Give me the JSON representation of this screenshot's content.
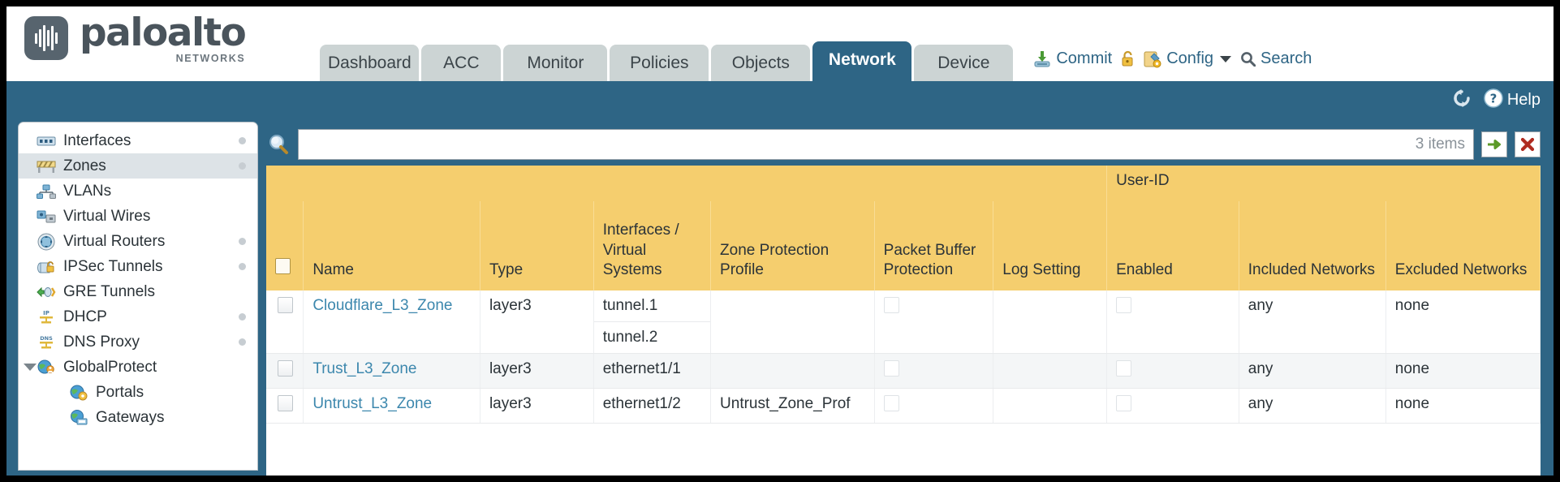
{
  "brand": {
    "name": "paloalto",
    "tagline": "NETWORKS"
  },
  "nav": {
    "tabs": [
      {
        "label": "Dashboard",
        "active": false
      },
      {
        "label": "ACC",
        "active": false
      },
      {
        "label": "Monitor",
        "active": false
      },
      {
        "label": "Policies",
        "active": false
      },
      {
        "label": "Objects",
        "active": false
      },
      {
        "label": "Network",
        "active": true
      },
      {
        "label": "Device",
        "active": false
      }
    ],
    "actions": {
      "commit": "Commit",
      "config": "Config",
      "search": "Search"
    }
  },
  "toolbar": {
    "help": "Help"
  },
  "sidebar": {
    "items": [
      {
        "label": "Interfaces",
        "icon": "interfaces-icon",
        "selected": false,
        "dot": true,
        "child": false,
        "expander": false
      },
      {
        "label": "Zones",
        "icon": "zones-icon",
        "selected": true,
        "dot": true,
        "child": false,
        "expander": false
      },
      {
        "label": "VLANs",
        "icon": "vlans-icon",
        "selected": false,
        "dot": false,
        "child": false,
        "expander": false
      },
      {
        "label": "Virtual Wires",
        "icon": "virtual-wires-icon",
        "selected": false,
        "dot": false,
        "child": false,
        "expander": false
      },
      {
        "label": "Virtual Routers",
        "icon": "virtual-routers-icon",
        "selected": false,
        "dot": true,
        "child": false,
        "expander": false
      },
      {
        "label": "IPSec Tunnels",
        "icon": "ipsec-tunnels-icon",
        "selected": false,
        "dot": true,
        "child": false,
        "expander": false
      },
      {
        "label": "GRE Tunnels",
        "icon": "gre-tunnels-icon",
        "selected": false,
        "dot": false,
        "child": false,
        "expander": false
      },
      {
        "label": "DHCP",
        "icon": "dhcp-icon",
        "selected": false,
        "dot": true,
        "child": false,
        "expander": false
      },
      {
        "label": "DNS Proxy",
        "icon": "dns-proxy-icon",
        "selected": false,
        "dot": true,
        "child": false,
        "expander": false
      },
      {
        "label": "GlobalProtect",
        "icon": "globalprotect-icon",
        "selected": false,
        "dot": false,
        "child": false,
        "expander": true
      },
      {
        "label": "Portals",
        "icon": "portals-icon",
        "selected": false,
        "dot": false,
        "child": true,
        "expander": false
      },
      {
        "label": "Gateways",
        "icon": "gateways-icon",
        "selected": false,
        "dot": false,
        "child": true,
        "expander": false
      }
    ]
  },
  "search": {
    "value": "",
    "placeholder": "",
    "item_count": "3 items"
  },
  "table": {
    "group_header": "User-ID",
    "columns": [
      "Name",
      "Type",
      "Interfaces / Virtual Systems",
      "Zone Protection Profile",
      "Packet Buffer Protection",
      "Log Setting",
      "Enabled",
      "Included Networks",
      "Excluded Networks"
    ],
    "rows": [
      {
        "selected": false,
        "name": "Cloudflare_L3_Zone",
        "type": "layer3",
        "interfaces": [
          "tunnel.1",
          "tunnel.2"
        ],
        "zone_protection_profile": "",
        "packet_buffer_protection": false,
        "log_setting": "",
        "userid_enabled": false,
        "included_networks": "any",
        "excluded_networks": "none"
      },
      {
        "selected": false,
        "name": "Trust_L3_Zone",
        "type": "layer3",
        "interfaces": [
          "ethernet1/1"
        ],
        "zone_protection_profile": "",
        "packet_buffer_protection": false,
        "log_setting": "",
        "userid_enabled": false,
        "included_networks": "any",
        "excluded_networks": "none"
      },
      {
        "selected": false,
        "name": "Untrust_L3_Zone",
        "type": "layer3",
        "interfaces": [
          "ethernet1/2"
        ],
        "zone_protection_profile": "Untrust_Zone_Prof",
        "packet_buffer_protection": false,
        "log_setting": "",
        "userid_enabled": false,
        "included_networks": "any",
        "excluded_networks": "none"
      }
    ]
  },
  "colors": {
    "accent_teal": "#2e6585",
    "header_amber": "#f5ce6e",
    "group_amber": "#e0ae3c",
    "link_blue": "#3c87ad"
  }
}
